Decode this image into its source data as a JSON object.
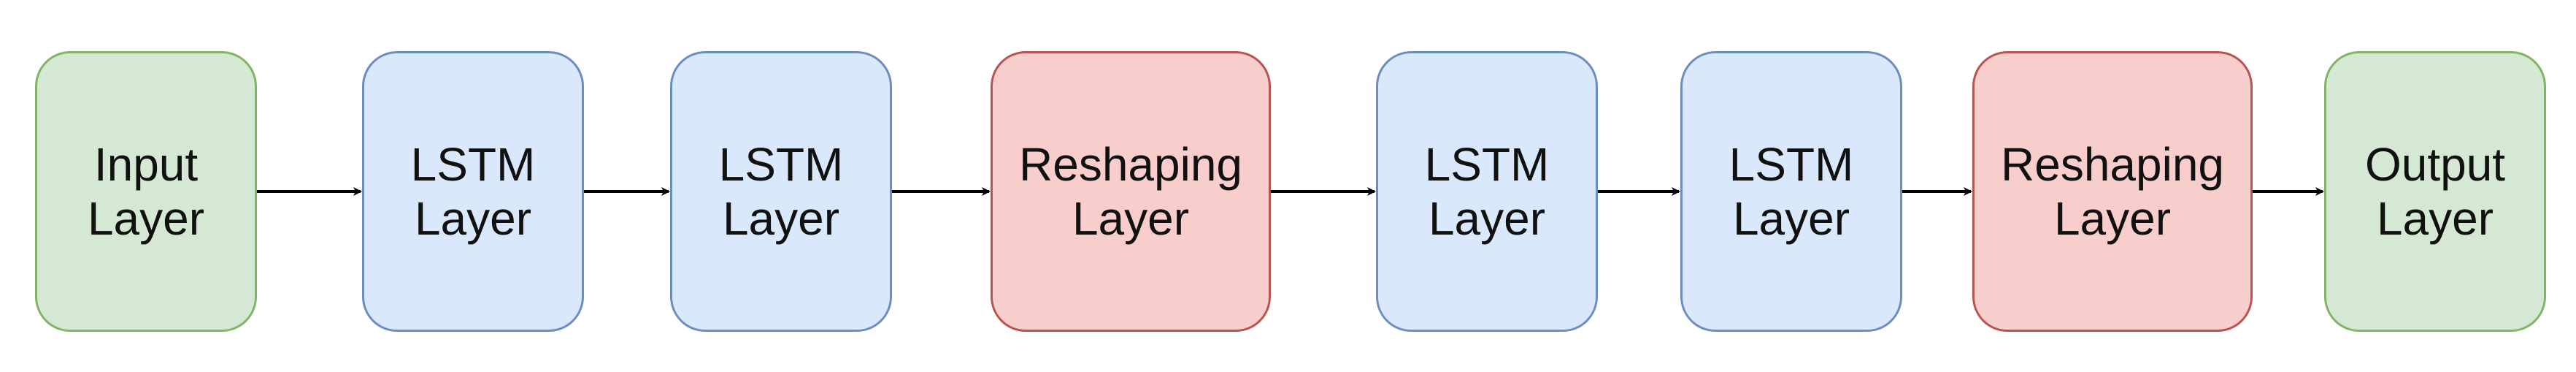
{
  "diagram": {
    "nodes": [
      {
        "label": "Input\nLayer",
        "kind": "green"
      },
      {
        "label": "LSTM\nLayer",
        "kind": "blue"
      },
      {
        "label": "LSTM\nLayer",
        "kind": "blue"
      },
      {
        "label": "Reshaping\nLayer",
        "kind": "red"
      },
      {
        "label": "LSTM\nLayer",
        "kind": "blue"
      },
      {
        "label": "LSTM\nLayer",
        "kind": "blue"
      },
      {
        "label": "Reshaping\nLayer",
        "kind": "red"
      },
      {
        "label": "Output\nLayer",
        "kind": "green"
      }
    ],
    "colors": {
      "green_fill": "#d5e8d4",
      "green_border": "#82b366",
      "blue_fill": "#dae8fc",
      "blue_border": "#6c8ebf",
      "red_fill": "#f8cecc",
      "red_border": "#b85450",
      "arrow": "#000000"
    }
  }
}
